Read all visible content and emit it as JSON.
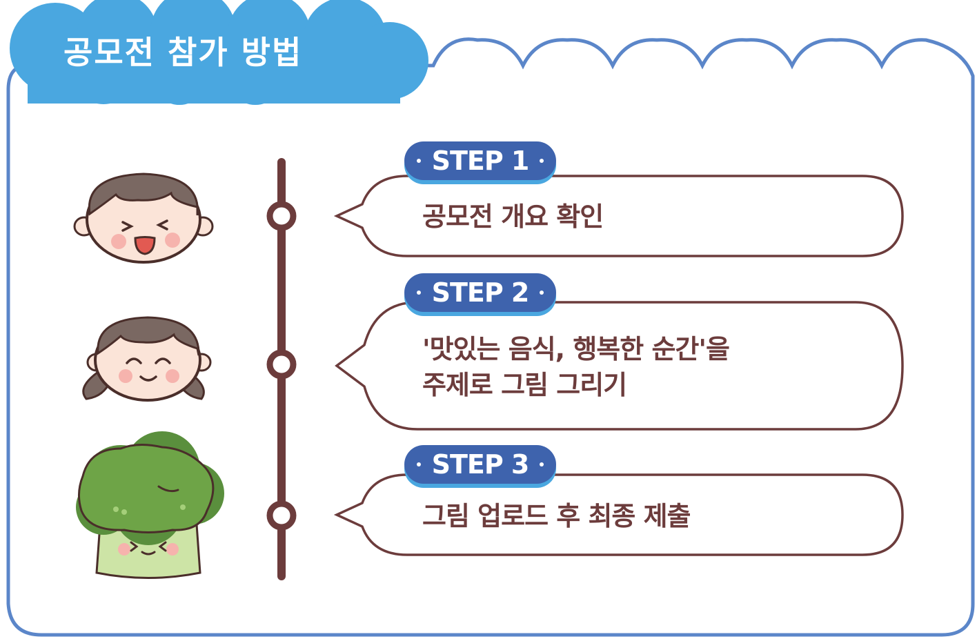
{
  "header": {
    "title": "공모전 참가 방법"
  },
  "steps": [
    {
      "label": "STEP 1",
      "lines": [
        "공모전 개요 확인"
      ]
    },
    {
      "label": "STEP 2",
      "lines": [
        "'맛있는 음식, 행복한 순간'을",
        "주제로 그림 그리기"
      ]
    },
    {
      "label": "STEP 3",
      "lines": [
        "그림 업로드 후 최종 제출"
      ]
    }
  ],
  "colors": {
    "frame_border": "#5b86c9",
    "header_cloud": "#4aa7e0",
    "pill": "#3e63ad",
    "timeline": "#6c3c3c",
    "text": "#6c3c3c"
  },
  "characters": [
    {
      "icon": "laughing-girl-icon"
    },
    {
      "icon": "smiling-girl-icon"
    },
    {
      "icon": "broccoli-character-icon"
    }
  ]
}
